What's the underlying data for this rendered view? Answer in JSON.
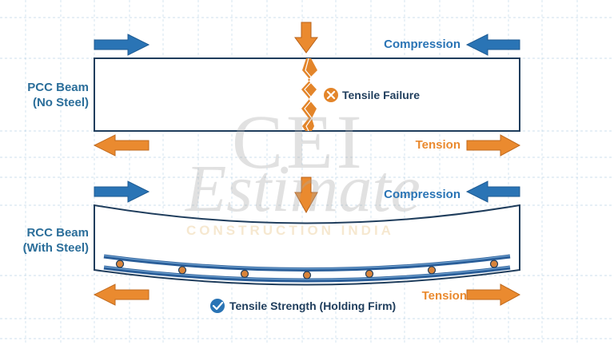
{
  "colors": {
    "compression": "#2a74b5",
    "tension": "#ea8a2f",
    "beam_stroke": "#1f3d5c",
    "label": "#2b6e9a",
    "grid": "#9fc2dc",
    "steel": "#2a5e99",
    "failure": "#e3852a",
    "success": "#2a74b5"
  },
  "icons": {
    "failure": "x-circle-icon",
    "success": "check-circle-icon",
    "load": "down-arrow-icon"
  },
  "watermark": {
    "line1": "CEI",
    "line2": "Estimate",
    "line3": "CONSTRUCTION INDIA"
  },
  "pcc": {
    "name_line1": "PCC Beam",
    "name_line2": "(No Steel)",
    "compression_label": "Compression",
    "tension_label": "Tension",
    "status": "Tensile Failure"
  },
  "rcc": {
    "name_line1": "RCC Beam",
    "name_line2": "(With Steel)",
    "compression_label": "Compression",
    "tension_label": "Tension",
    "status": "Tensile Strength (Holding Firm)"
  }
}
